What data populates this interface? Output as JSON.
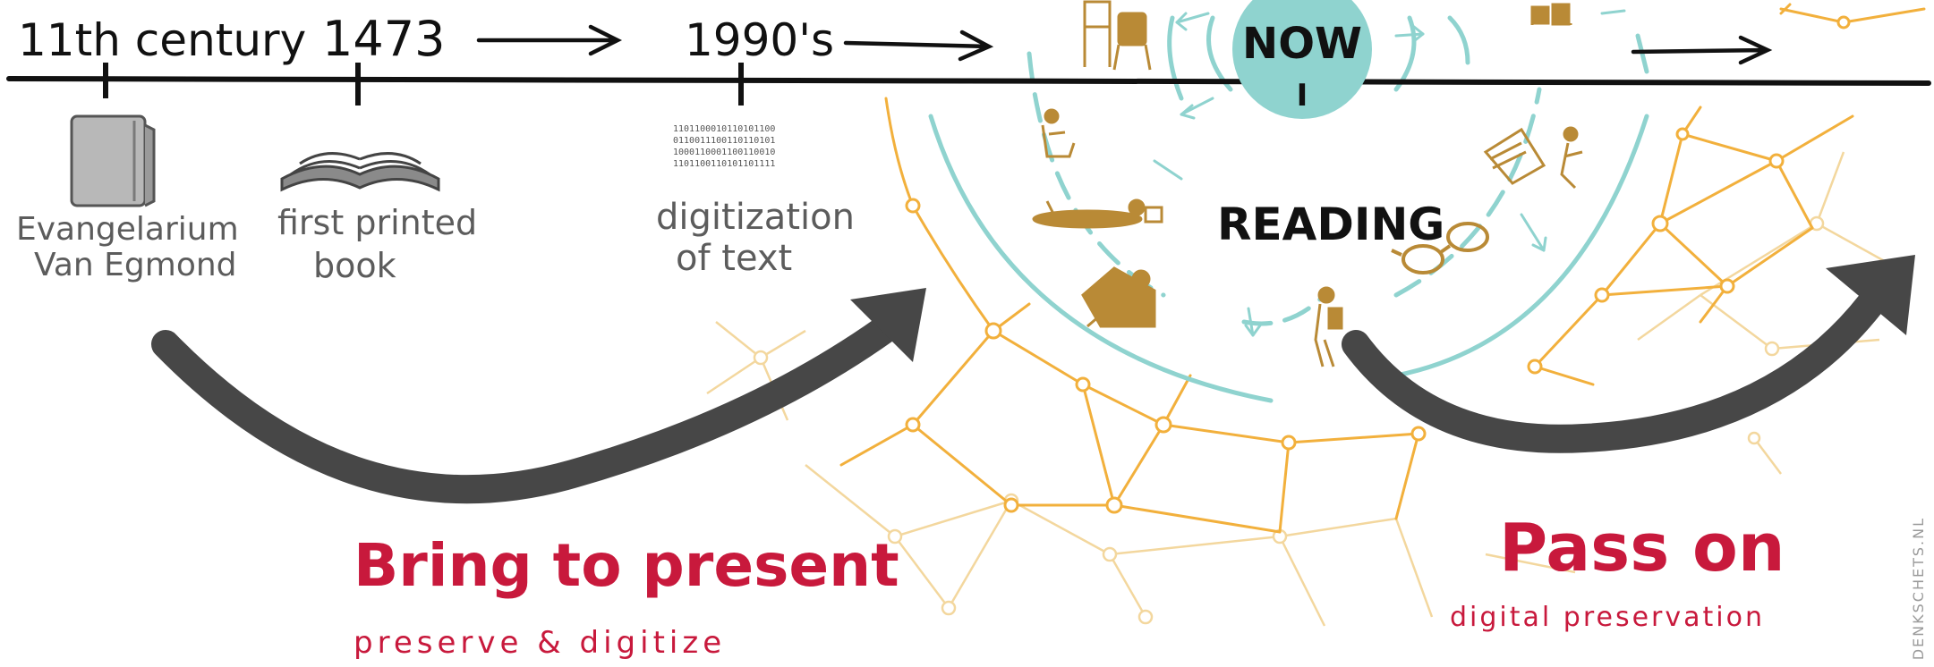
{
  "timeline": {
    "events": [
      {
        "date": "11th century",
        "caption_line1": "Evangelarium",
        "caption_line2": "Van Egmond"
      },
      {
        "date": "1473",
        "caption_line1": "first printed",
        "caption_line2": "book"
      },
      {
        "date": "1990's",
        "caption_line1": "digitization",
        "caption_line2": "of text"
      }
    ],
    "binary_lines": [
      "1101100010110101100",
      "0110011100110110101",
      "1000110001100110010",
      "1101100110101101111"
    ],
    "now_label": "NOW",
    "now_mark": "I"
  },
  "center": {
    "label": "READING"
  },
  "left_phase": {
    "title": "Bring to present",
    "subtitle": "preserve & digitize"
  },
  "right_phase": {
    "title": "Pass on",
    "subtitle": "digital preservation"
  },
  "credit": "DENKSCHETS.NL",
  "colors": {
    "ink": "#111111",
    "teal": "#8fd3cf",
    "orange": "#f2b03c",
    "pale_orange": "#f5dba7",
    "brown": "#b98a36",
    "red": "#c8193c",
    "arrow_gray": "#474747"
  }
}
